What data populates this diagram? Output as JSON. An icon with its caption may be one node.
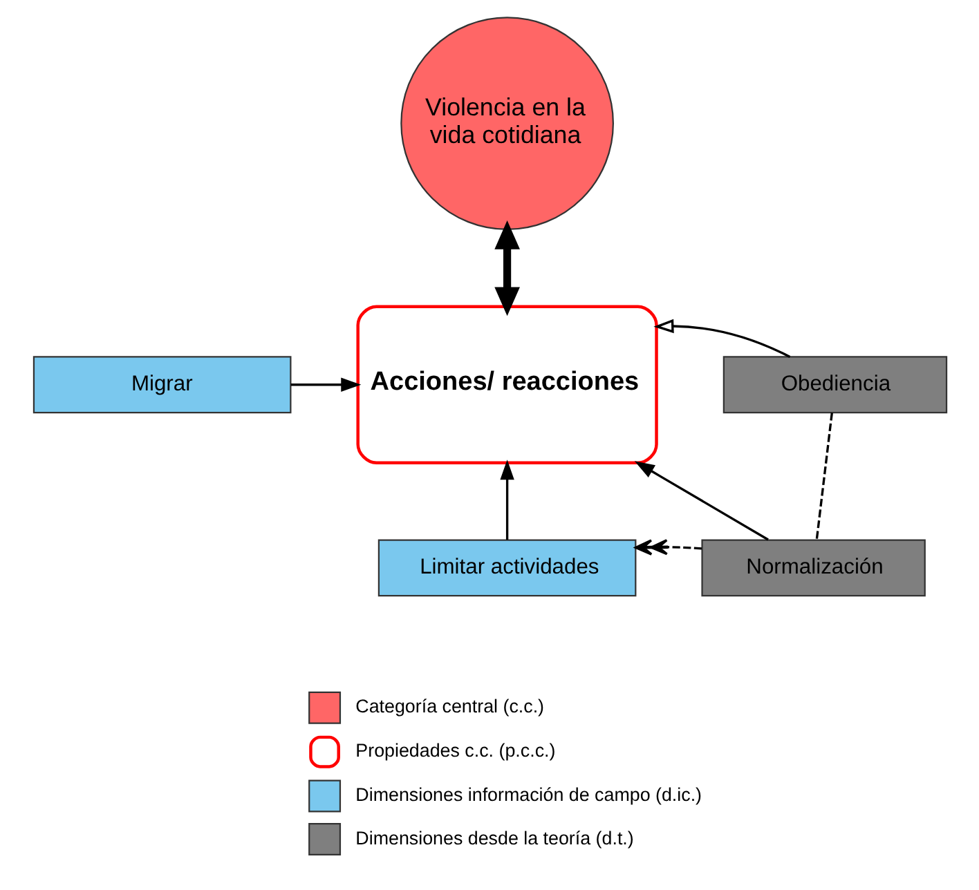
{
  "diagram": {
    "nodes": [
      {
        "text": [
          "Violencia en la vida cotidiana"
        ]
      },
      {
        "text": [
          "Acciones/ reacciones"
        ]
      },
      {
        "text": [
          "Migrar"
        ]
      },
      {
        "text": [
          "Limitar actividades"
        ]
      },
      {
        "text": [
          "Obediencia"
        ]
      },
      {
        "text": [
          "Normalización"
        ]
      }
    ],
    "edges": [
      {
        "from": 0,
        "to": 1,
        "arrow": "both",
        "style": "thick"
      },
      {
        "from": 2,
        "to": 1,
        "arrow": "to"
      },
      {
        "from": 3,
        "to": 1,
        "arrow": "to"
      },
      {
        "from": 4,
        "to": 1,
        "arrow": "to"
      },
      {
        "from": 5,
        "to": 1,
        "arrow": "to"
      },
      {
        "from": 4,
        "to": 5,
        "arrow": "none",
        "style": "dashed"
      },
      {
        "from": 5,
        "to": 3,
        "arrow": "to",
        "style": "dashed"
      }
    ],
    "legend": [
      {
        "text": "Categoría central (c.c.)",
        "color": "#ff6666"
      },
      {
        "text": "Propiedades c.c. (p.c.c.)",
        "color": "#ff0000"
      },
      {
        "text": "Dimensiones información de campo (d.ic.)",
        "color": "#7ac8ee"
      },
      {
        "text": "Dimensiones desde la teoría (d.t.)",
        "color": "#7f7f7f"
      }
    ]
  }
}
